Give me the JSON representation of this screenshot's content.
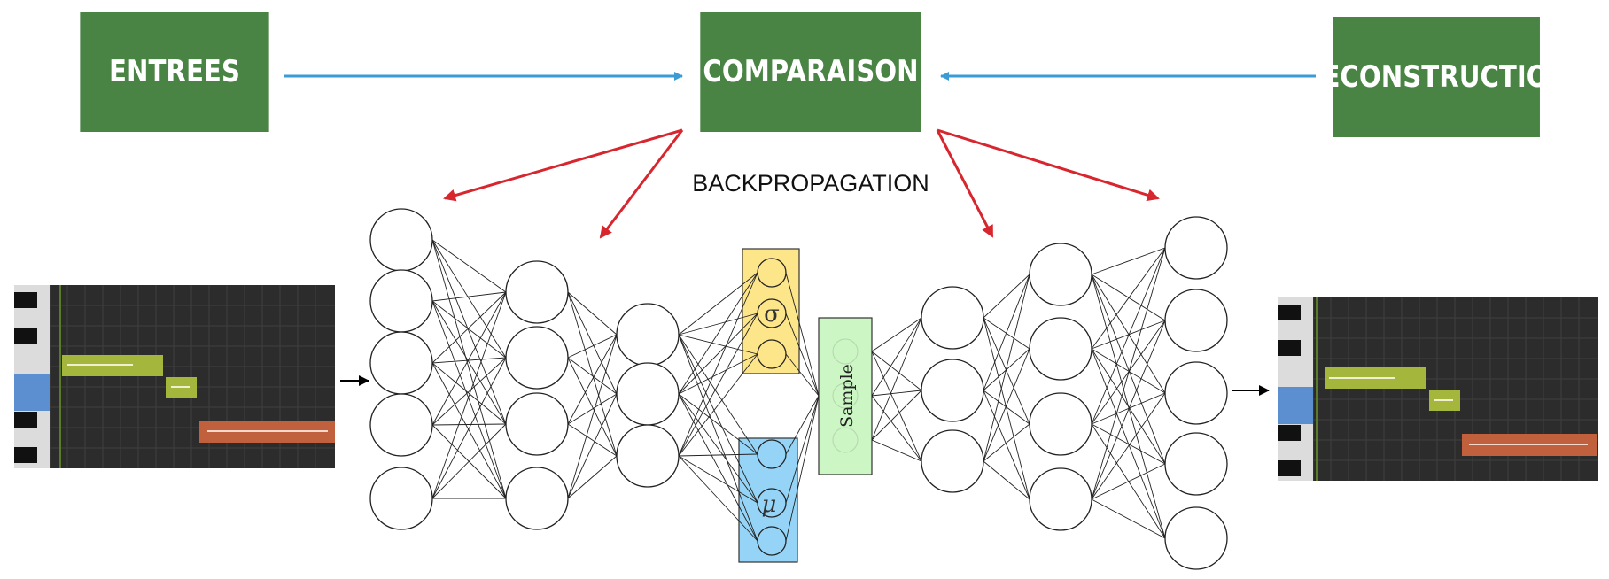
{
  "boxes": {
    "inputs": "ENTREES",
    "comparison": "COMPARAISON",
    "reconstruction": "RECONSTRUCTION"
  },
  "labels": {
    "backprop": "BACKPROPAGATION",
    "sigma": "σ",
    "mu": "μ",
    "sample": "Sample"
  },
  "colors": {
    "box": "#4a8445",
    "blue_arrow": "#3a9bd5",
    "red_arrow": "#d8262f",
    "sigma_box": "#fde58a",
    "mu_box": "#95d4f7",
    "sample_box": "#ccf6c4",
    "note_green": "#a5b63d",
    "note_orange": "#c1603d"
  },
  "icons": [
    "piano-roll-input",
    "piano-roll-output",
    "neural-network"
  ]
}
